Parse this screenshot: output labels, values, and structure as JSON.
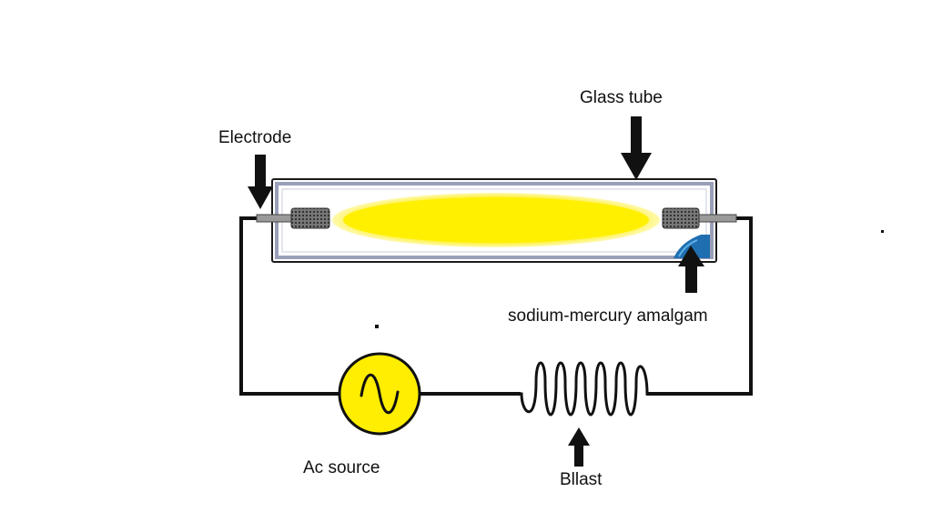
{
  "labels": {
    "electrode": "Electrode",
    "glass_tube": "Glass tube",
    "amalgam": "sodium-mercury amalgam",
    "ac_source": "Ac source",
    "ballast": "Bllast"
  },
  "colors": {
    "wire": "#111111",
    "glow": "#ffee00",
    "source": "#ffee00",
    "amalgam": "#1f6fb0",
    "tube_outline": "#8a8fa8",
    "electrode": "#555555"
  },
  "icons": {
    "arrow": "down-arrow-icon",
    "wave": "sine-wave-icon"
  }
}
